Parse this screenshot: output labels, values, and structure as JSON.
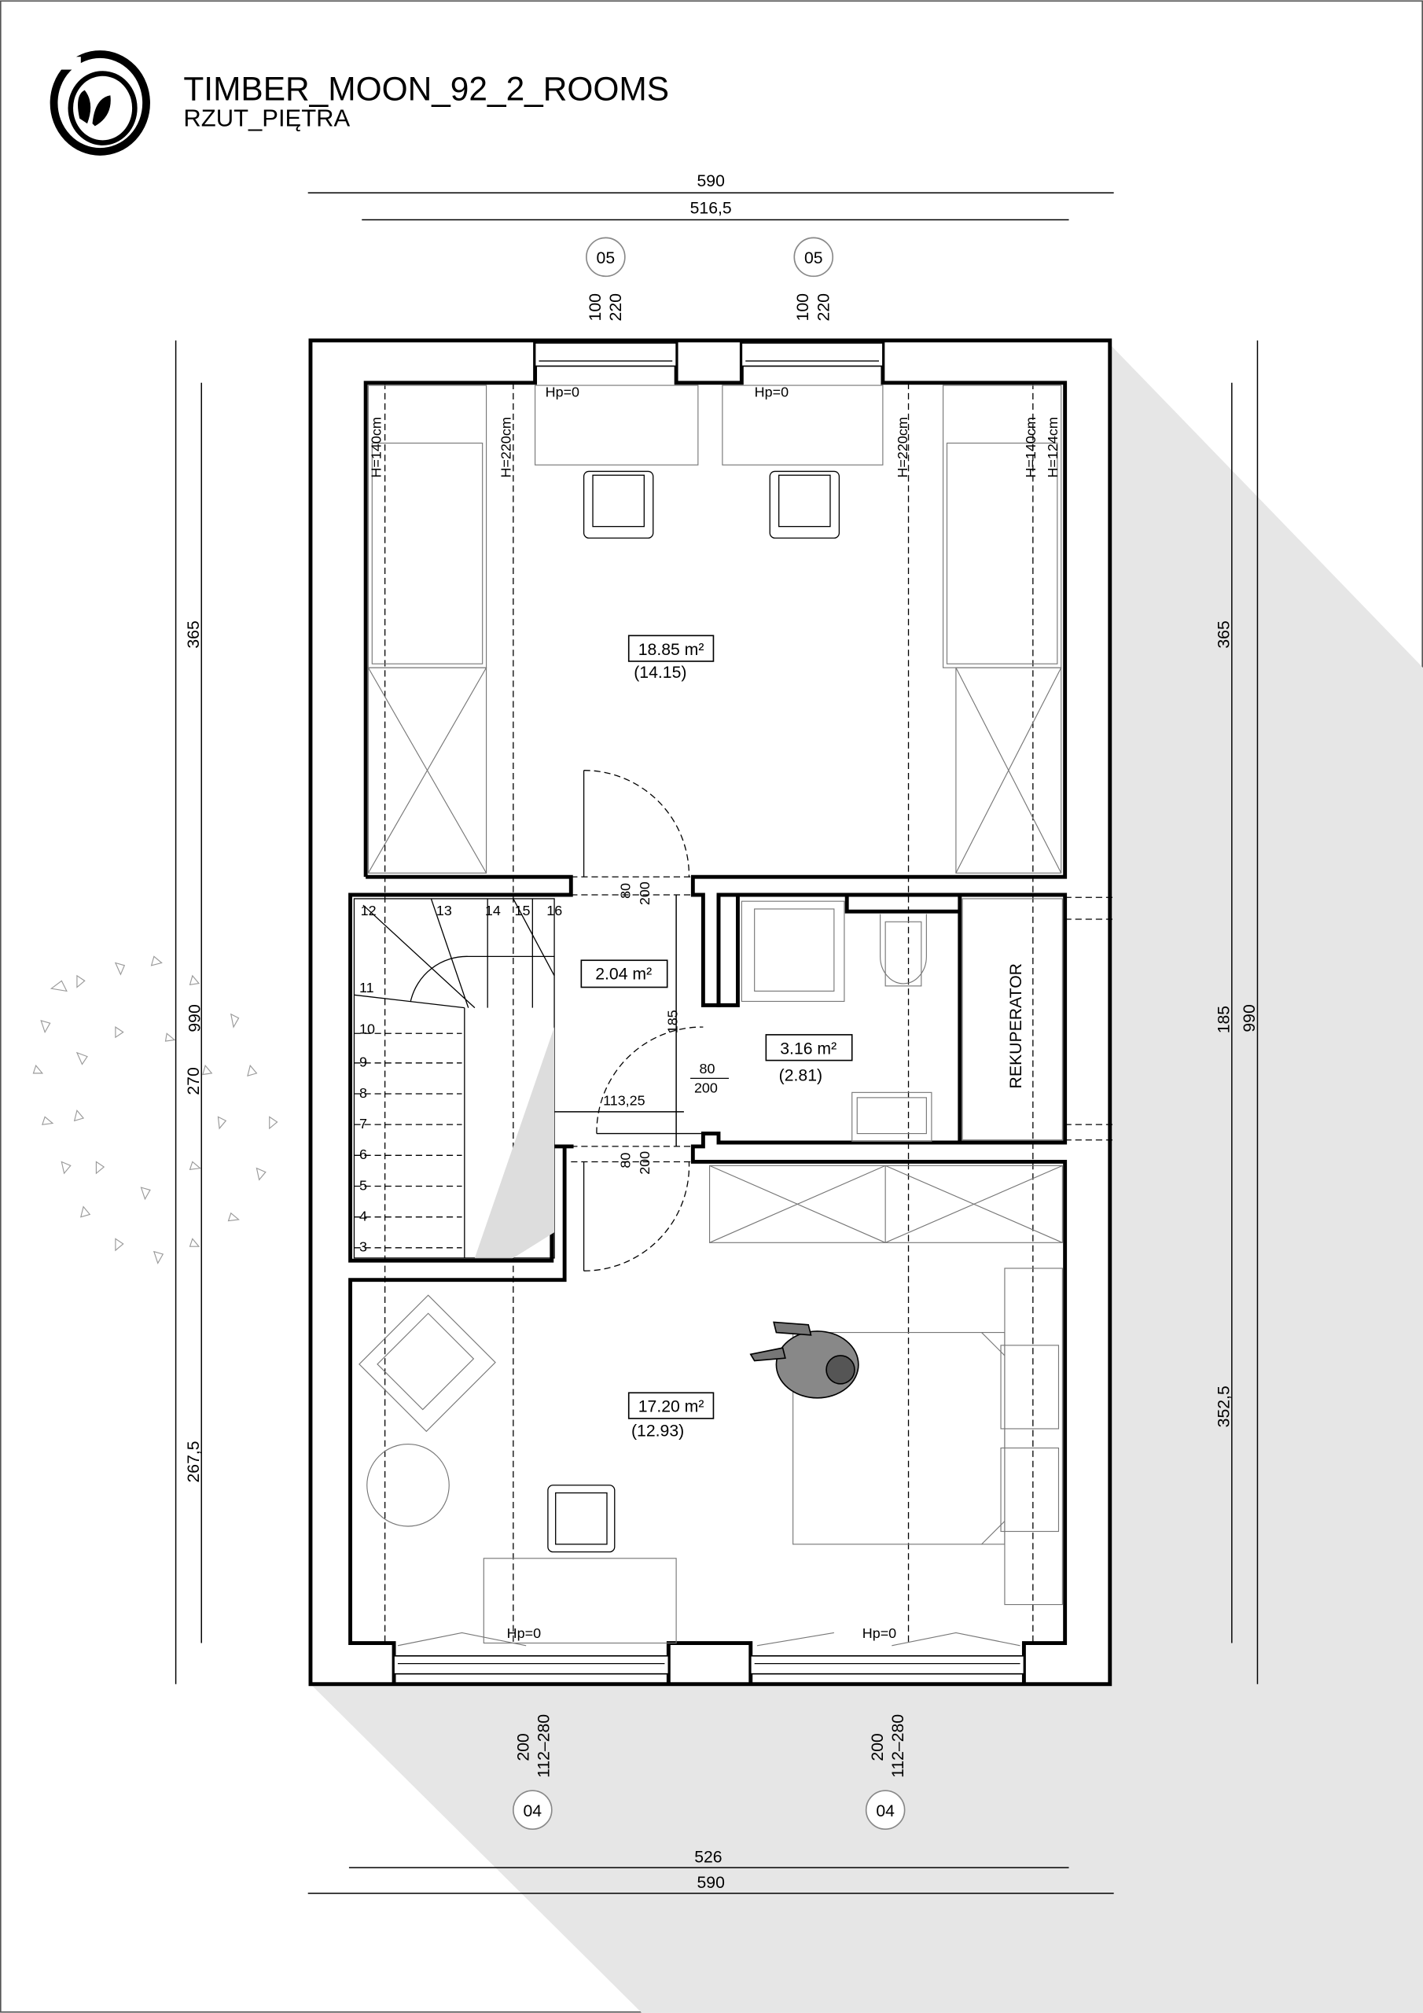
{
  "header": {
    "title": "TIMBER_MOON_92_2_ROOMS",
    "subtitle": "RZUT_PIĘTRA"
  },
  "dimensions": {
    "top_outer": "590",
    "top_inner": "516,5",
    "bottom_inner": "526",
    "bottom_outer": "590",
    "left_total": "990",
    "left_segments": [
      "365",
      "270",
      "267,5"
    ],
    "right_total": "990",
    "right_segments": [
      "365",
      "185",
      "352,5"
    ],
    "hall_width": "113,25",
    "hall_length": "185"
  },
  "windows": {
    "top": [
      {
        "tag": "05",
        "width": "100",
        "height": "220"
      },
      {
        "tag": "05",
        "width": "100",
        "height": "220"
      }
    ],
    "bottom": [
      {
        "tag": "04",
        "width": "200",
        "height": "112–280"
      },
      {
        "tag": "04",
        "width": "200",
        "height": "112–280"
      }
    ]
  },
  "doors": [
    {
      "w": "80",
      "h": "200"
    },
    {
      "w": "80",
      "h": "200"
    },
    {
      "w": "80",
      "h": "200"
    }
  ],
  "heights": {
    "hp": "Hp=0",
    "h140": "H=140cm",
    "h220": "H=220cm",
    "h124": "H=124cm"
  },
  "rooms": [
    {
      "area": "18.85 m²",
      "usable": "(14.15)"
    },
    {
      "area": "2.04 m²"
    },
    {
      "area": "3.16 m²",
      "usable": "(2.81)"
    },
    {
      "area": "17.20 m²",
      "usable": "(12.93)"
    }
  ],
  "equipment": {
    "recuperator": "REKUPERATOR"
  },
  "stairs": {
    "steps": [
      "3",
      "4",
      "5",
      "6",
      "7",
      "8",
      "9",
      "10",
      "11",
      "12",
      "13",
      "14",
      "15",
      "16"
    ]
  },
  "colors": {
    "shadow": "#e6e6e6",
    "line": "#000000"
  }
}
